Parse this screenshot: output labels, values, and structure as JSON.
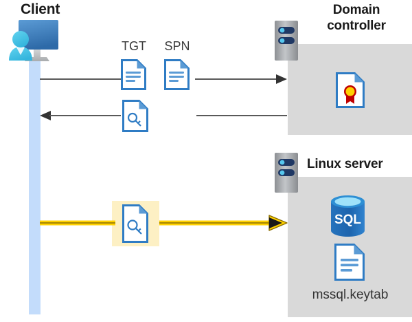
{
  "diagram": {
    "type": "kerberos-authentication-sequence",
    "background": "#ffffff",
    "panel_color": "#d9d9d9",
    "lifeline_color": "#c3dcfb",
    "highlight_color": "#fdf0c4",
    "arrow_gray": "#595959",
    "arrow_yellow": "#ffd100",
    "doc_blue": "#2f7cc4"
  },
  "actors": {
    "client": {
      "label": "Client",
      "icon": "user-monitor-icon"
    },
    "domain_controller": {
      "label_line1": "Domain",
      "label_line2": "controller",
      "icon": "server-rack-icon",
      "contents": [
        {
          "name": "certificate-icon",
          "label": ""
        }
      ]
    },
    "linux_server": {
      "label": "Linux server",
      "icon": "server-rack-icon",
      "contents": [
        {
          "name": "sql-database-icon",
          "label": "SQL"
        },
        {
          "name": "keytab-file-icon",
          "label": "mssql.keytab"
        }
      ]
    }
  },
  "messages": [
    {
      "id": "request",
      "direction": "right",
      "color": "#595959",
      "artifacts": [
        {
          "name": "tgt-document-icon",
          "label": "TGT"
        },
        {
          "name": "spn-document-icon",
          "label": "SPN"
        }
      ]
    },
    {
      "id": "response",
      "direction": "left",
      "color": "#595959",
      "artifacts": [
        {
          "name": "service-ticket-icon",
          "label": ""
        }
      ]
    },
    {
      "id": "service-ticket-presented",
      "direction": "right",
      "color": "#ffd100",
      "highlighted": true,
      "artifacts": [
        {
          "name": "service-ticket-icon",
          "label": ""
        }
      ]
    }
  ],
  "labels": {
    "tgt": "TGT",
    "spn": "SPN",
    "sql": "SQL",
    "keytab": "mssql.keytab"
  }
}
